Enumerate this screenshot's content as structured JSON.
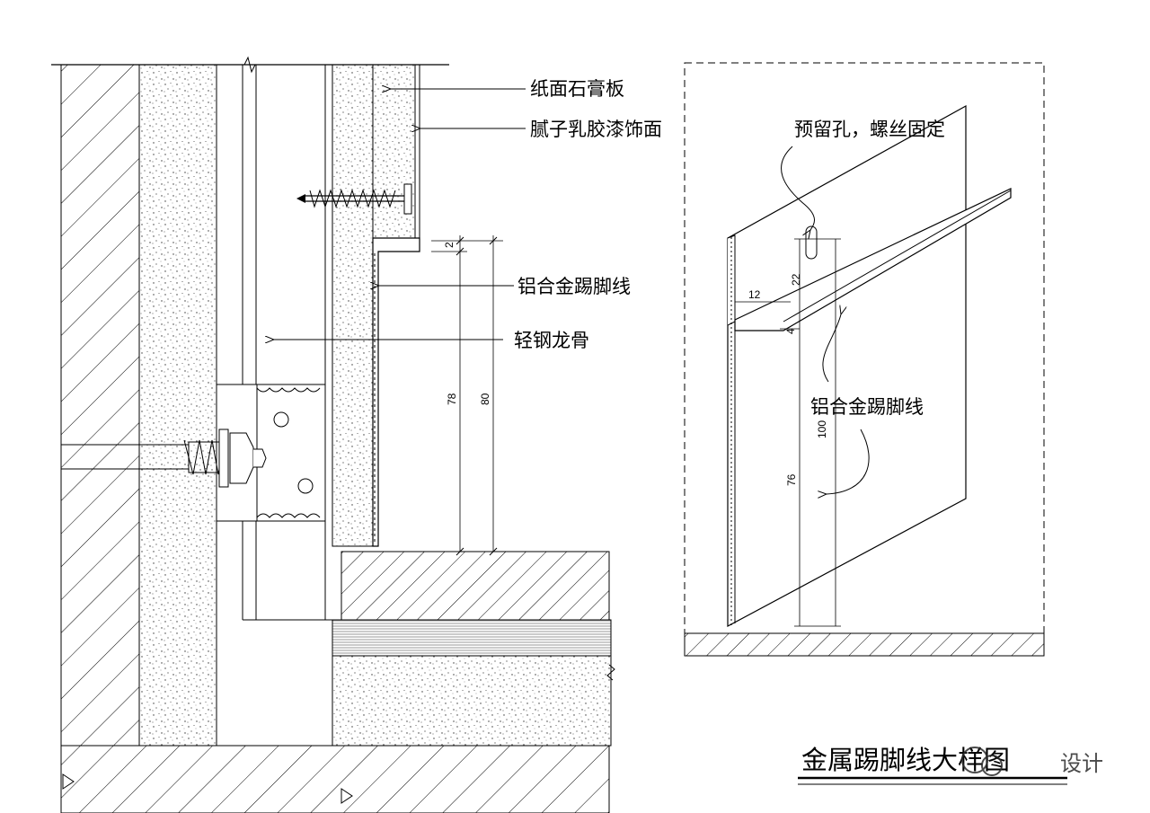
{
  "section_view": {
    "labels": {
      "gypsum_board": "纸面石膏板",
      "putty_latex_finish": "腻子乳胶漆饰面",
      "aluminum_skirting": "铝合金踢脚线",
      "light_steel_keel": "轻钢龙骨"
    },
    "dimensions": {
      "gap": "2",
      "height_a": "78",
      "height_b": "80"
    }
  },
  "perspective_view": {
    "labels": {
      "reserved_hole": "预留孔，螺丝固定",
      "aluminum_skirting": "铝合金踢脚线"
    },
    "dimensions": {
      "flange_width": "12",
      "hole_offset": "22",
      "lip": "4",
      "total_height": "100",
      "lower_height": "76"
    }
  },
  "title": "金属踢脚线大样图",
  "watermark": "设计"
}
